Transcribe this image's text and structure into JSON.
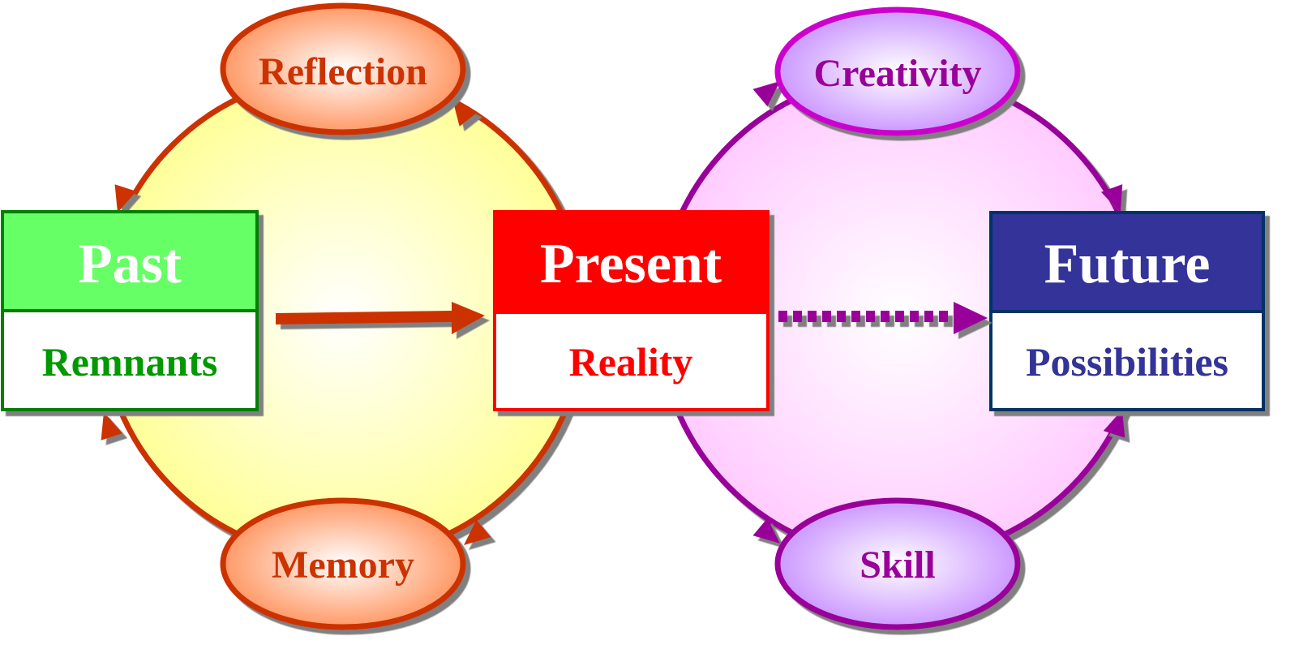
{
  "colors": {
    "past": "#66ff66",
    "past_border": "#008000",
    "past_text": "#009900",
    "present": "#ff0000",
    "future": "#333399",
    "future_border": "#003366",
    "warm_arrow": "#cc3300",
    "cool_arrow": "#990099",
    "creativity_border": "#cc00cc"
  },
  "boxes": {
    "past": {
      "title": "Past",
      "subtitle": "Remnants"
    },
    "present": {
      "title": "Present",
      "subtitle": "Reality"
    },
    "future": {
      "title": "Future",
      "subtitle": "Possibilities"
    }
  },
  "ovals": {
    "reflection": "Reflection",
    "memory": "Memory",
    "creativity": "Creativity",
    "skill": "Skill"
  }
}
